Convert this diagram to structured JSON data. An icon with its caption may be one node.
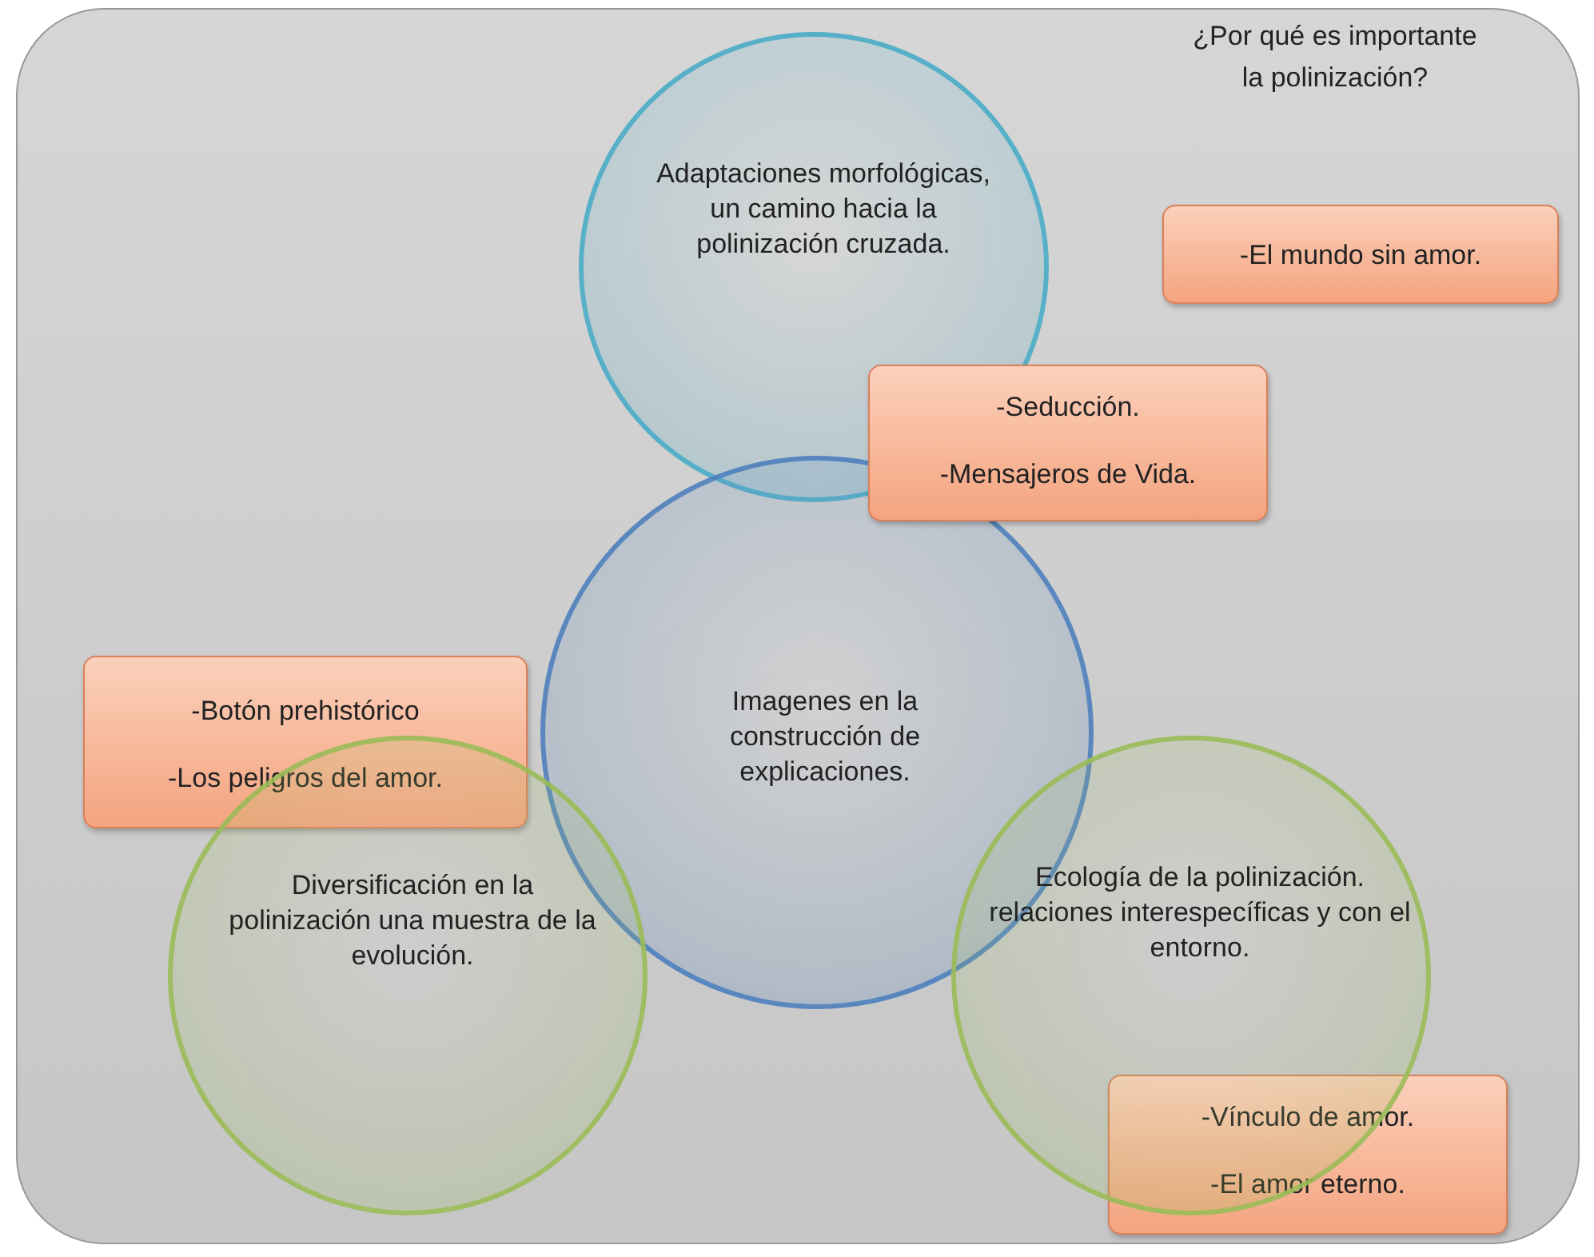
{
  "diagram": {
    "nodes": [
      {
        "text": [
          "Adaptaciones morfológicas, un camino hacia la polinización cruzada."
        ]
      },
      {
        "text": [
          "¿Por qué es importante la polinización?",
          "-El mundo sin amor."
        ]
      },
      {
        "text": [
          "-Seducción.",
          "-Mensajeros de Vida."
        ]
      },
      {
        "text": [
          "Imagenes en la construcción de explicaciones."
        ]
      },
      {
        "text": [
          "-Botón prehistórico",
          "-Los peligros del amor."
        ]
      },
      {
        "text": [
          "Diversificación en la polinización una muestra de la evolución."
        ]
      },
      {
        "text": [
          "Ecología de la polinización. relaciones interespecíficas y con el entorno."
        ]
      },
      {
        "text": [
          "-Vínculo de amor.",
          "-El amor eterno."
        ]
      }
    ]
  }
}
